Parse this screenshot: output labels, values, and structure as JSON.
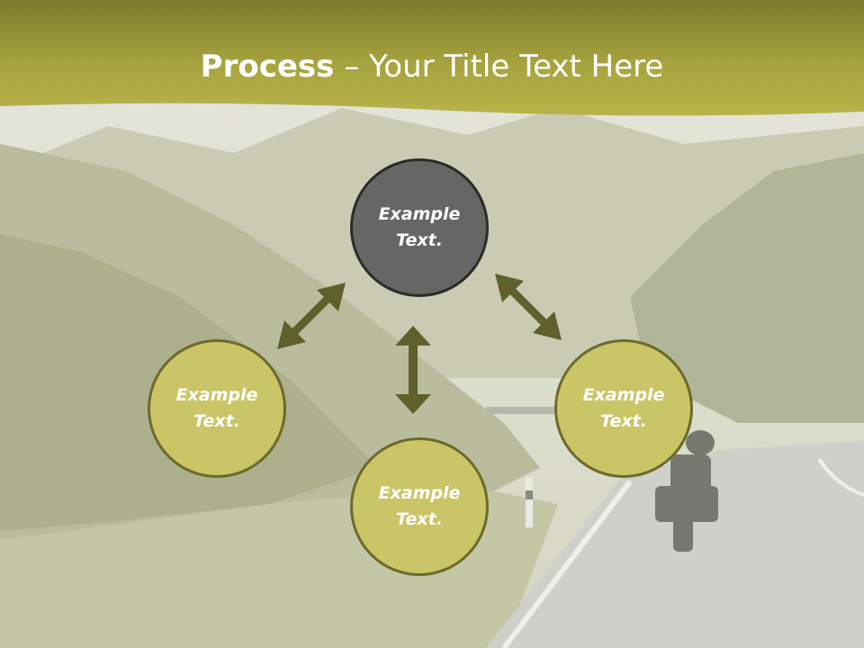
{
  "title": {
    "bold": "Process",
    "dash": " – ",
    "rest": "Your Title Text Here"
  },
  "colors": {
    "header": "#b4af46",
    "circle_fill": "#cac566",
    "circle_border": "#6b6b2c",
    "top_circle_fill": "#666665",
    "arrow": "#5f602b"
  },
  "nodes": [
    {
      "id": "top",
      "line1": "Example",
      "line2": "Text."
    },
    {
      "id": "left",
      "line1": "Example",
      "line2": "Text."
    },
    {
      "id": "bottom",
      "line1": "Example",
      "line2": "Text."
    },
    {
      "id": "right",
      "line1": "Example",
      "line2": "Text."
    }
  ]
}
